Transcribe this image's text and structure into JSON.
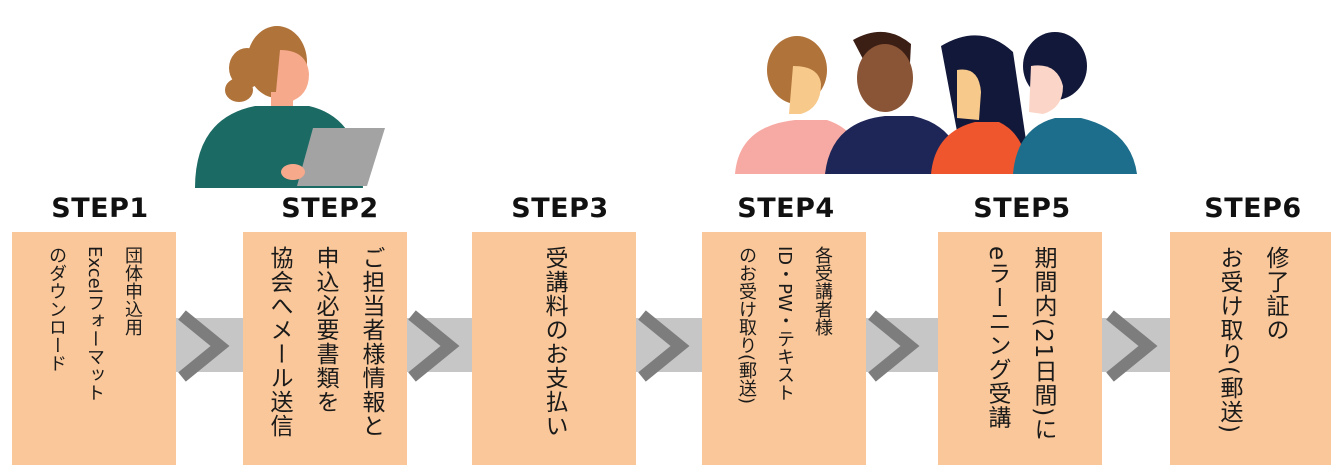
{
  "steps": [
    {
      "label": "STEP1",
      "text": "団体申込用\nExcelフォーマット\nのダウンロード"
    },
    {
      "label": "STEP2",
      "text": "ご担当者様情報と\n申込必要書類を\n協会へメール送信"
    },
    {
      "label": "STEP3",
      "text": "受講料のお支払い"
    },
    {
      "label": "STEP4",
      "text": "各受講者様\nID・PW・テキスト\nのお受け取り(郵送)"
    },
    {
      "label": "STEP5",
      "text": "期間内(21日間)に\neラーニング受講"
    },
    {
      "label": "STEP6",
      "text": "修了証の\nお受け取り(郵送)"
    }
  ],
  "colors": {
    "card": "#f9c799",
    "band": "#c6c6c6",
    "chevron": "#7d7d7d"
  },
  "icons": [
    "person-with-laptop-illustration",
    "group-of-people-illustration",
    "chevron-right-icon"
  ]
}
